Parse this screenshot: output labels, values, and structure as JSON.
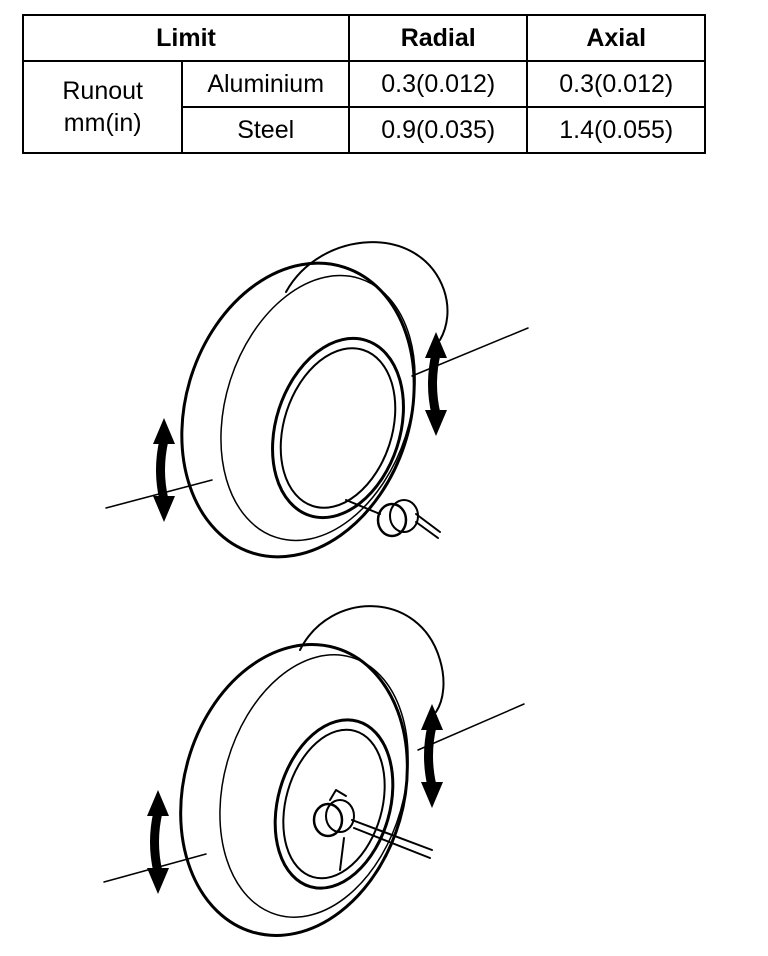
{
  "table": {
    "header": {
      "limit": "Limit",
      "radial": "Radial",
      "axial": "Axial"
    },
    "row_label_line1": "Runout",
    "row_label_line2": "mm(in)",
    "rows": [
      {
        "material": "Aluminium",
        "radial": "0.3(0.012)",
        "axial": "0.3(0.012)"
      },
      {
        "material": "Steel",
        "radial": "0.9(0.035)",
        "axial": "1.4(0.055)"
      }
    ]
  },
  "illustrations": [
    {
      "id": "radial-runout-check",
      "icon": "wheel-with-dial-gauge-on-rim-edge-icon"
    },
    {
      "id": "axial-runout-check",
      "icon": "wheel-with-dial-gauge-on-rim-face-icon"
    }
  ],
  "colors": {
    "ink": "#000000",
    "paper": "#ffffff"
  }
}
